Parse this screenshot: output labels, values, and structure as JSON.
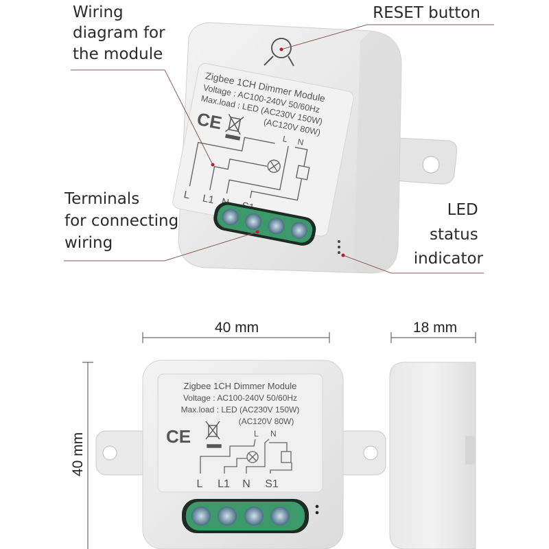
{
  "callouts": {
    "wiring": [
      "Wiring",
      "diagram for",
      "the module"
    ],
    "reset": "RESET button",
    "terminals": [
      "Terminals",
      "for connecting",
      "wiring"
    ],
    "led": [
      "LED",
      "status",
      "indicator"
    ]
  },
  "dimensions": {
    "width": "40 mm",
    "depth": "18 mm",
    "height": "40 mm"
  },
  "label_plate": {
    "title": "Zigbee 1CH Dimmer Module",
    "voltage": "Voltage : AC100-240V 50/60Hz",
    "max_load": "Max.load : LED (AC230V 150W)",
    "max_load_2": "(AC120V 80W)",
    "ce_mark": "CE",
    "terminals": [
      "L",
      "L1",
      "N",
      "S1"
    ],
    "input_L": "L",
    "input_N": "N"
  },
  "colors": {
    "terminal_green": "#3c9a6a",
    "callout_line": "#8a5a5a",
    "callout_dot": "#b02030",
    "device_body": "#ececec"
  }
}
